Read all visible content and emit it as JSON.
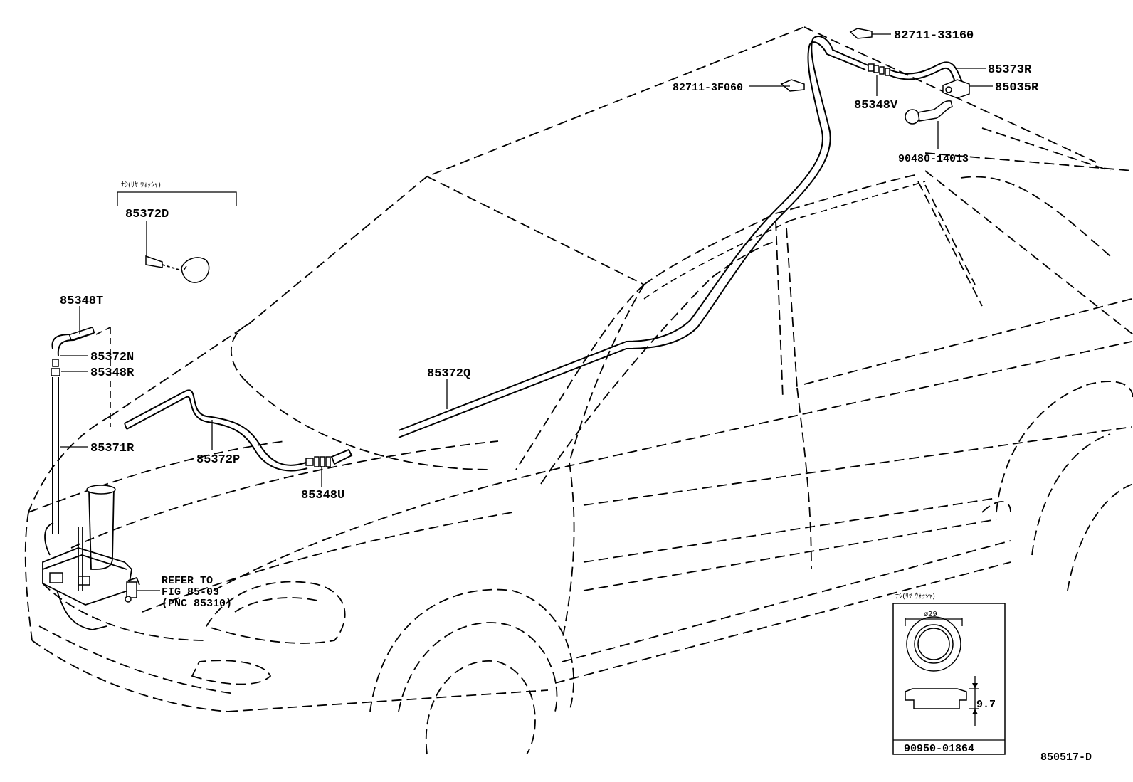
{
  "labels": {
    "p82711_33160": "82711-33160",
    "p85373R": "85373R",
    "p82711_3F060": "82711-3F060",
    "p85035R": "85035R",
    "p85348V": "85348V",
    "p90480_14013": "90480-14013",
    "p85372D": "85372D",
    "p85348T": "85348T",
    "p85372N": "85372N",
    "p85348R": "85348R",
    "p85372Q": "85372Q",
    "p85371R": "85371R",
    "p85372P": "85372P",
    "p85348U": "85348U",
    "refer1": "REFER TO",
    "refer2": "FIG 85-03",
    "refer3": "(PNC 85310)",
    "p90950_01864": "90950-01864",
    "figure_id": "850517-D"
  },
  "notes": {
    "top_group": "ﾅｼ(ﾘﾔ ｳｫｯｼｬ)",
    "inset_title": "ﾅｼ(ﾘﾔ ｳｫｯｼｬ)"
  },
  "inset": {
    "diameter": "ø29",
    "height": "9.7"
  }
}
